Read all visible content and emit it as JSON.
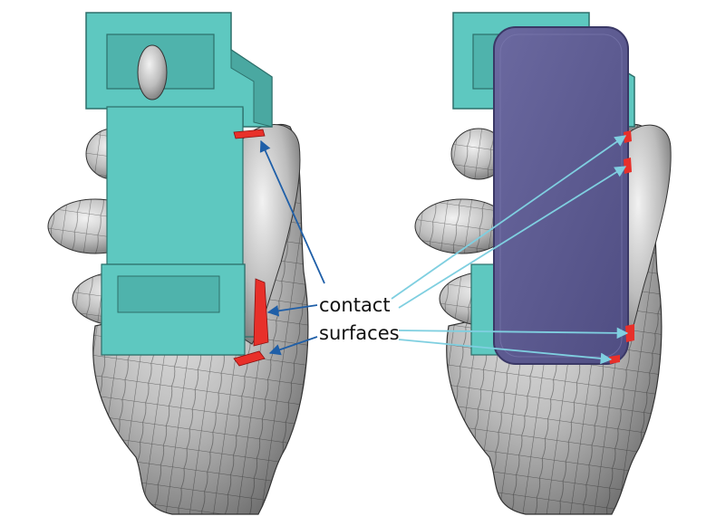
{
  "labels": {
    "line1": "contact",
    "line2": "surfaces"
  },
  "colors": {
    "background": "#ffffff",
    "hand_skin": "#c9c9c9",
    "hand_mesh": "#1f1f1f",
    "holder": "#5ec8c0",
    "holder_edge": "#2d6f6a",
    "phone": "#5c5a8e",
    "phone_edge": "#3a3866",
    "contact_surface": "#e8302a",
    "arrow_left": "#1f5fa8",
    "arrow_right": "#7fcfe0"
  },
  "icons": {
    "left_scene": "hand-with-phone-holder",
    "right_scene": "hand-with-phone-in-holder"
  }
}
